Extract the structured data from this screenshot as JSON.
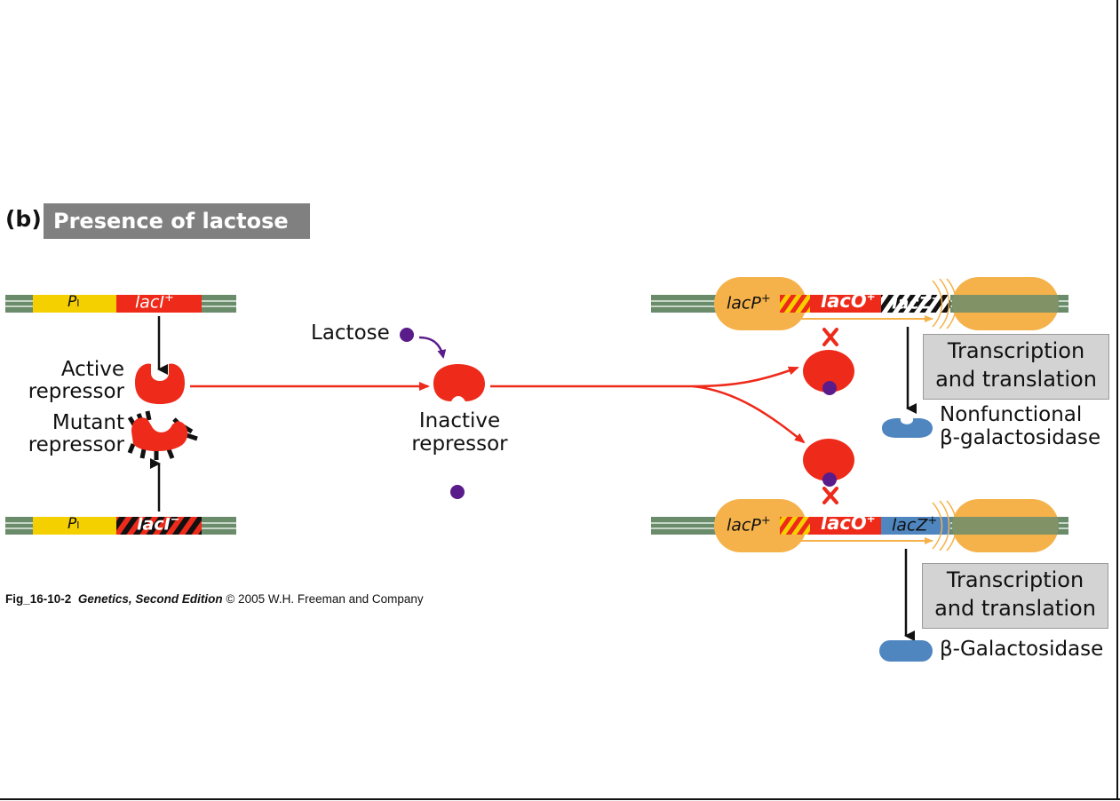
{
  "panel": {
    "letter": "(b)",
    "title": "Presence of lactose"
  },
  "genes": {
    "promoter_I": "P",
    "promoter_I_sub": "I",
    "lacI_plus": "lacI",
    "lacI_plus_sup": "+",
    "lacI_minus": "lacI",
    "lacI_minus_sup": "−"
  },
  "labels": {
    "active_repressor_1": "Active",
    "active_repressor_2": "repressor",
    "mutant_repressor_1": "Mutant",
    "mutant_repressor_2": "repressor",
    "lactose": "Lactose",
    "inactive_repressor_1": "Inactive",
    "inactive_repressor_2": "repressor"
  },
  "operon_top": {
    "lacP": "lacP",
    "lacP_sup": "+",
    "lacO": "lacO",
    "lacO_sup": "+",
    "lacZ": "lacZ",
    "lacZ_sup": "−"
  },
  "operon_bottom": {
    "lacP": "lacP",
    "lacP_sup": "+",
    "lacO": "lacO",
    "lacO_sup": "+",
    "lacZ": "lacZ",
    "lacZ_sup": "+"
  },
  "boxes": {
    "top_line1": "Transcription",
    "top_line2": "and translation",
    "bottom_line1": "Transcription",
    "bottom_line2": "and translation"
  },
  "products": {
    "nonfunctional_1": "Nonfunctional",
    "nonfunctional_2": "β-galactosidase",
    "functional": "β-Galactosidase"
  },
  "caption": {
    "fig_id": "Fig_16-10-2",
    "book": "Genetics, Second Edition",
    "rest": "© 2005 W.H. Freeman and Company"
  },
  "colors": {
    "dna": "#6b8c6b",
    "promoter": "#f5d000",
    "repressor": "#ee2a1a",
    "lactose": "#5a1c8a",
    "polymerase": "#f5b24a",
    "enzyme": "#4f86c0",
    "box": "#d3d3d3"
  }
}
